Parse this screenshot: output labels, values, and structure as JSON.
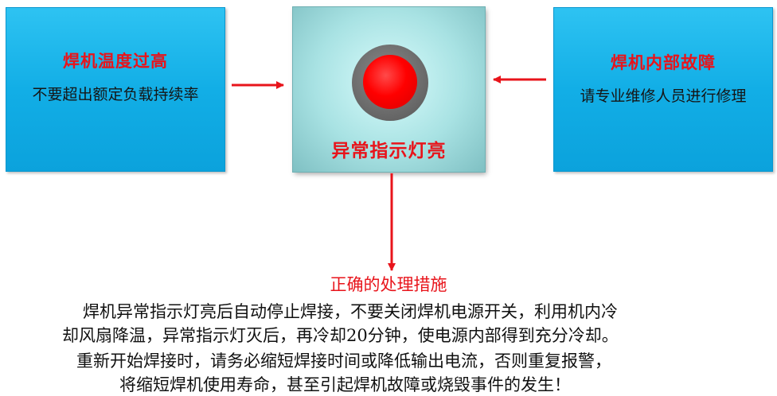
{
  "left_box": {
    "title": "焊机温度过高",
    "subtitle": "不要超出额定负载持续率"
  },
  "center_box": {
    "title": "异常指示灯亮",
    "lamp_color": "#ff0000",
    "icon": "indicator-lamp-icon"
  },
  "right_box": {
    "title": "焊机内部故障",
    "subtitle": "请专业维修人员进行修理"
  },
  "measures": {
    "title": "正确的处理措施",
    "lines": [
      "焊机异常指示灯亮后自动停止焊接，不要关闭焊机电源开关，利用机内冷",
      "却风扇降温，异常指示灯灭后，再冷却20分钟，使电源内部得到充分冷却。",
      "重新开始焊接时，请务必缩短焊接时间或降低输出电流，否则重复报警，",
      "将缩短焊机使用寿命，甚至引起焊机故障或烧毁事件的发生！"
    ]
  },
  "colors": {
    "title_red": "#e8141b",
    "side_box_blue": "#12aee6",
    "center_box_cyan": "#a8e2e3",
    "arrow_red": "#e8141b"
  }
}
